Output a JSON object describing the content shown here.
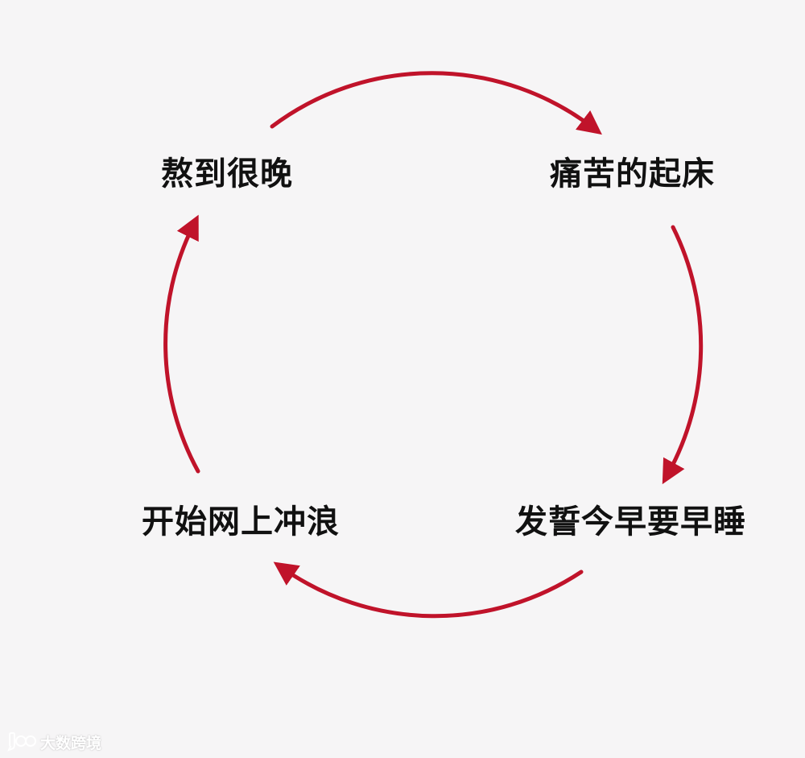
{
  "diagram": {
    "type": "cycle",
    "arrow_color": "#c0132a",
    "text_color": "#111111",
    "background": "#f6f5f6",
    "nodes": [
      {
        "id": "stay-up-late",
        "label": "熬到很晚"
      },
      {
        "id": "painful-wake-up",
        "label": "痛苦的起床"
      },
      {
        "id": "vow-sleep-early",
        "label": "发誓今早要早睡"
      },
      {
        "id": "start-surfing",
        "label": "开始网上冲浪"
      }
    ],
    "edges": [
      {
        "from": "stay-up-late",
        "to": "painful-wake-up"
      },
      {
        "from": "painful-wake-up",
        "to": "vow-sleep-early"
      },
      {
        "from": "vow-sleep-early",
        "to": "start-surfing"
      },
      {
        "from": "start-surfing",
        "to": "stay-up-late"
      }
    ]
  },
  "watermark": {
    "logo_icon": "chat-bubble-logo-icon",
    "text": "大数跨境"
  }
}
